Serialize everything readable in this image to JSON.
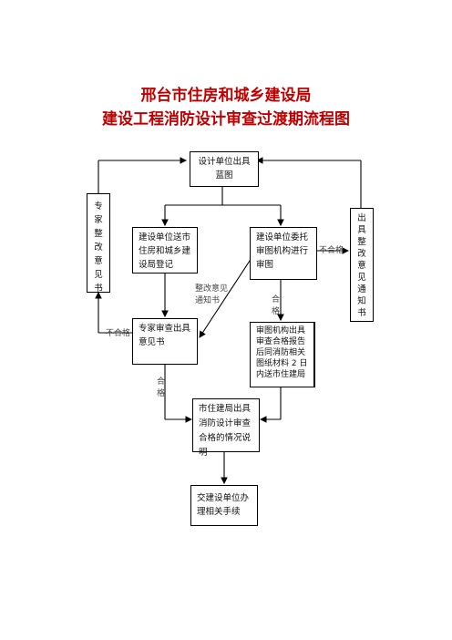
{
  "title_line1": "邢台市住房和城乡建设局",
  "title_line2": "建设工程消防设计审查过渡期流程图",
  "boxes": {
    "design_unit": "设计单位出具蓝图",
    "register": "建设单位送市住房和城乡建设局登记",
    "entrust": "建设单位委托审图机构进行审图",
    "expert_opinion": "专家审查出具意见书",
    "review_report": "审图机构出具审查合格报告后同消防相关图纸材料 2 日内送市住建局",
    "bureau_result": "市住建局出具消防设计审查合格的情况说明",
    "handover": "交建设单位办理相关手续",
    "expert_rectify": "专家整改意见书",
    "rectify_notice": "出具整改意见通知书"
  },
  "labels": {
    "rectify_notice_line1": "整改意见",
    "rectify_notice_line2": "通知书",
    "pass_right_1": "合",
    "pass_right_2": "格",
    "pass_left_1": "合",
    "pass_left_2": "格",
    "fail_left": "不合格",
    "fail_right": "不合格"
  }
}
